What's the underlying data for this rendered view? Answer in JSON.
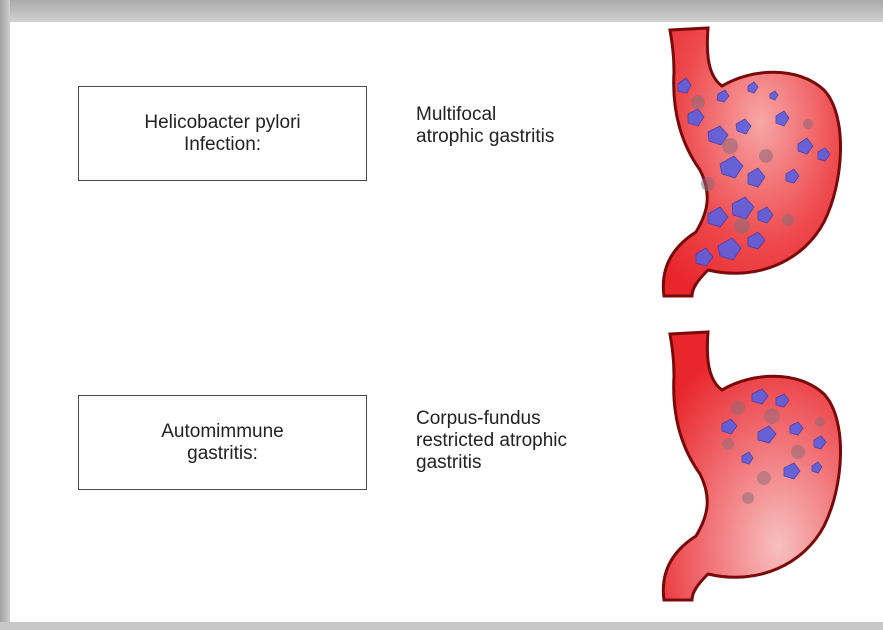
{
  "rows": [
    {
      "cause_lines": [
        "Helicobacter pylori",
        "Infection:"
      ],
      "result_lines": [
        "Multifocal",
        "atrophic gastritis"
      ]
    },
    {
      "cause_lines": [
        "Automimmune",
        "gastritis:"
      ],
      "result_lines": [
        "Corpus-fundus",
        "restricted atrophic",
        "gastritis"
      ]
    }
  ],
  "colors": {
    "stomach_red": "#e8262c",
    "stomach_light": "#f7a7a7",
    "lesion_blue": "#5a5fe0",
    "lesion_grey": "#8a6b7a"
  }
}
